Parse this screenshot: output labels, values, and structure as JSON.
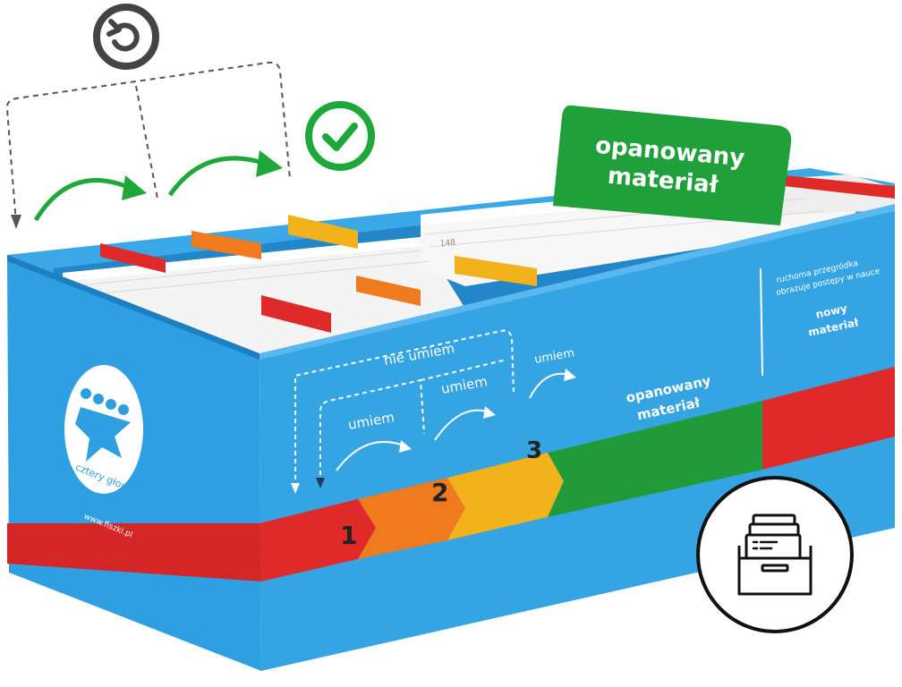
{
  "colors": {
    "box_blue": "#2e9fe0",
    "box_blue_dark": "#1e7fc0",
    "box_blue_top": "#3aa8e6",
    "red": "#e02a2a",
    "orange": "#f07a1e",
    "yellow": "#f2b21c",
    "green": "#219b3a",
    "icon_green": "#1fa83a",
    "icon_gray": "#444444",
    "white": "#ffffff"
  },
  "divider_card": {
    "line1": "opanowany",
    "line2": "materiał"
  },
  "card_number": "148",
  "diagram": {
    "nie_umiem": "nie umiem",
    "umiem_1": "umiem",
    "umiem_2": "umiem",
    "umiem_3": "umiem"
  },
  "sections": {
    "n1": "1",
    "n2": "2",
    "n3": "3",
    "mastered_line1": "opanowany",
    "mastered_line2": "materiał",
    "new_line1": "nowy",
    "new_line2": "materiał"
  },
  "side_note": {
    "line1": "ruchoma przegródka",
    "line2": "obrazuje postępy w nauce"
  },
  "logo": {
    "brand": "cztery głowy",
    "url": "www.fiszki.pl"
  },
  "icons": {
    "undo": "undo-icon",
    "check": "check-circle-icon",
    "box": "card-box-icon"
  }
}
